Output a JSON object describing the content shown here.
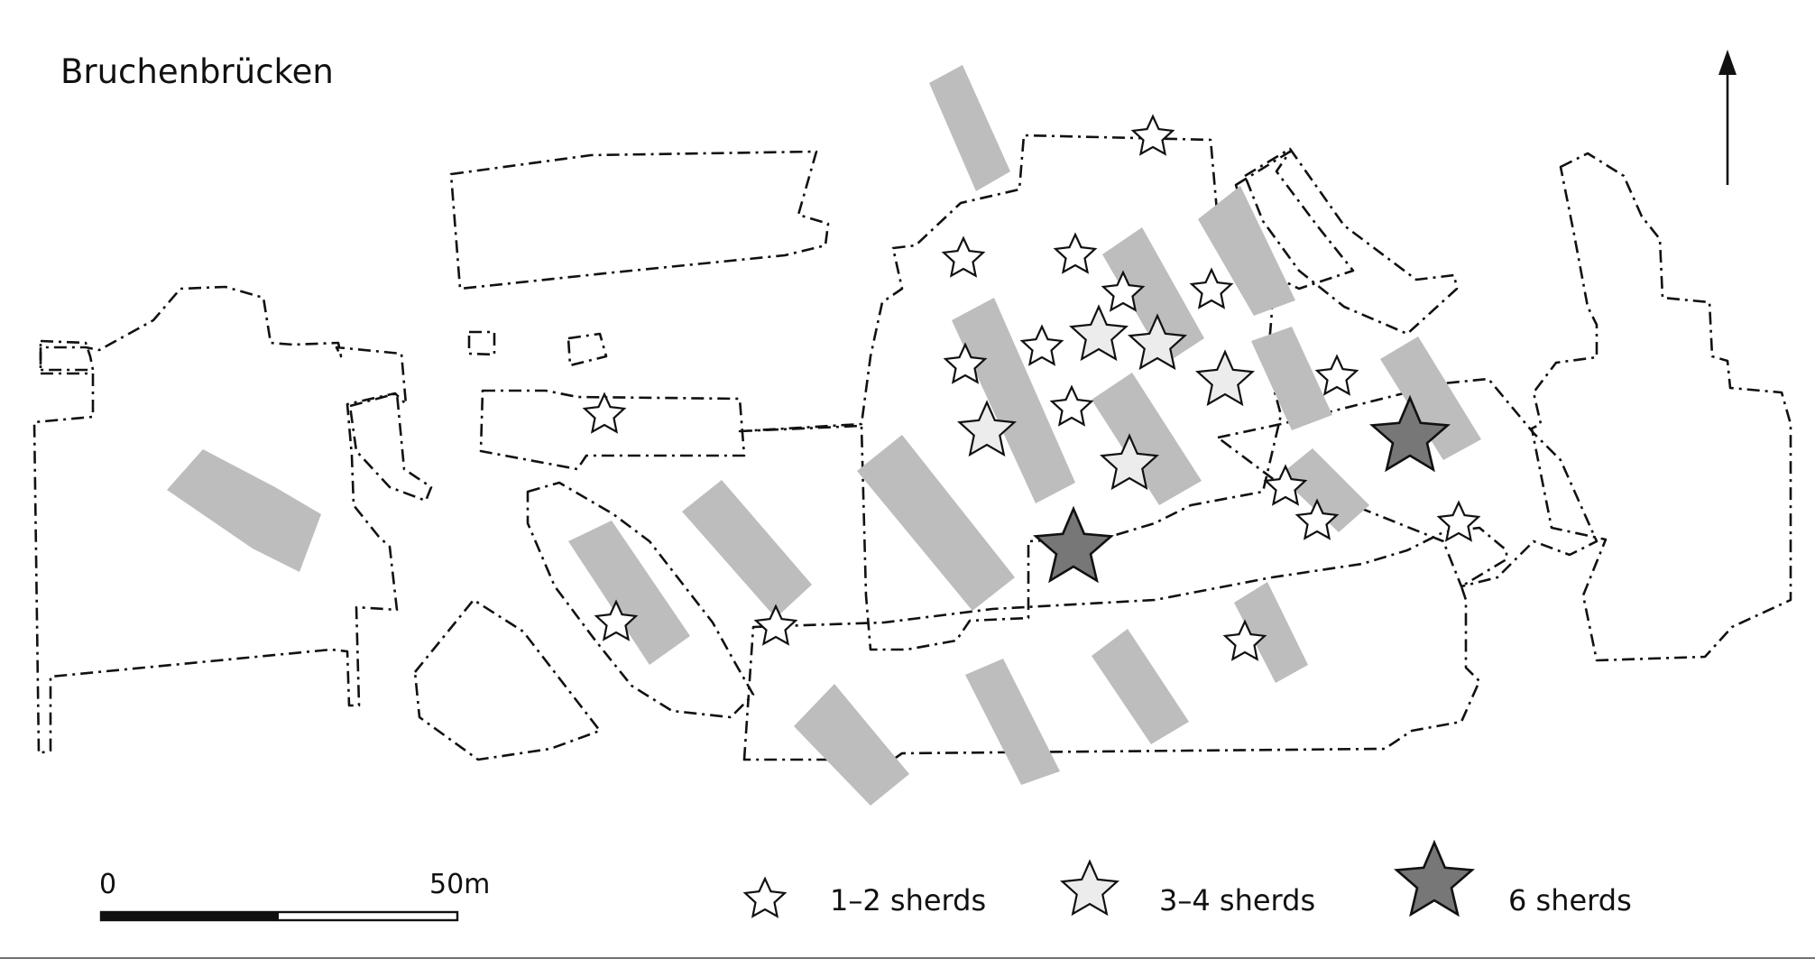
{
  "site_name": "Bruchenbrücken",
  "scale_bar": {
    "start_label": "0",
    "end_label": "50m"
  },
  "north_arrow_icon": "north-arrow-icon",
  "legend": [
    {
      "icon": "star-icon",
      "label": "1–2 sherds",
      "fill": "#ffffff",
      "count_class": "1-2"
    },
    {
      "icon": "star-icon",
      "label": "3–4 sherds",
      "fill": "#ececec",
      "count_class": "3-4"
    },
    {
      "icon": "star-icon",
      "label": "6 sherds",
      "fill": "#777777",
      "count_class": "6"
    }
  ],
  "colors": {
    "house_fill": "#bdbdbd",
    "outline": "#111111",
    "star_stroke": "#111111"
  }
}
